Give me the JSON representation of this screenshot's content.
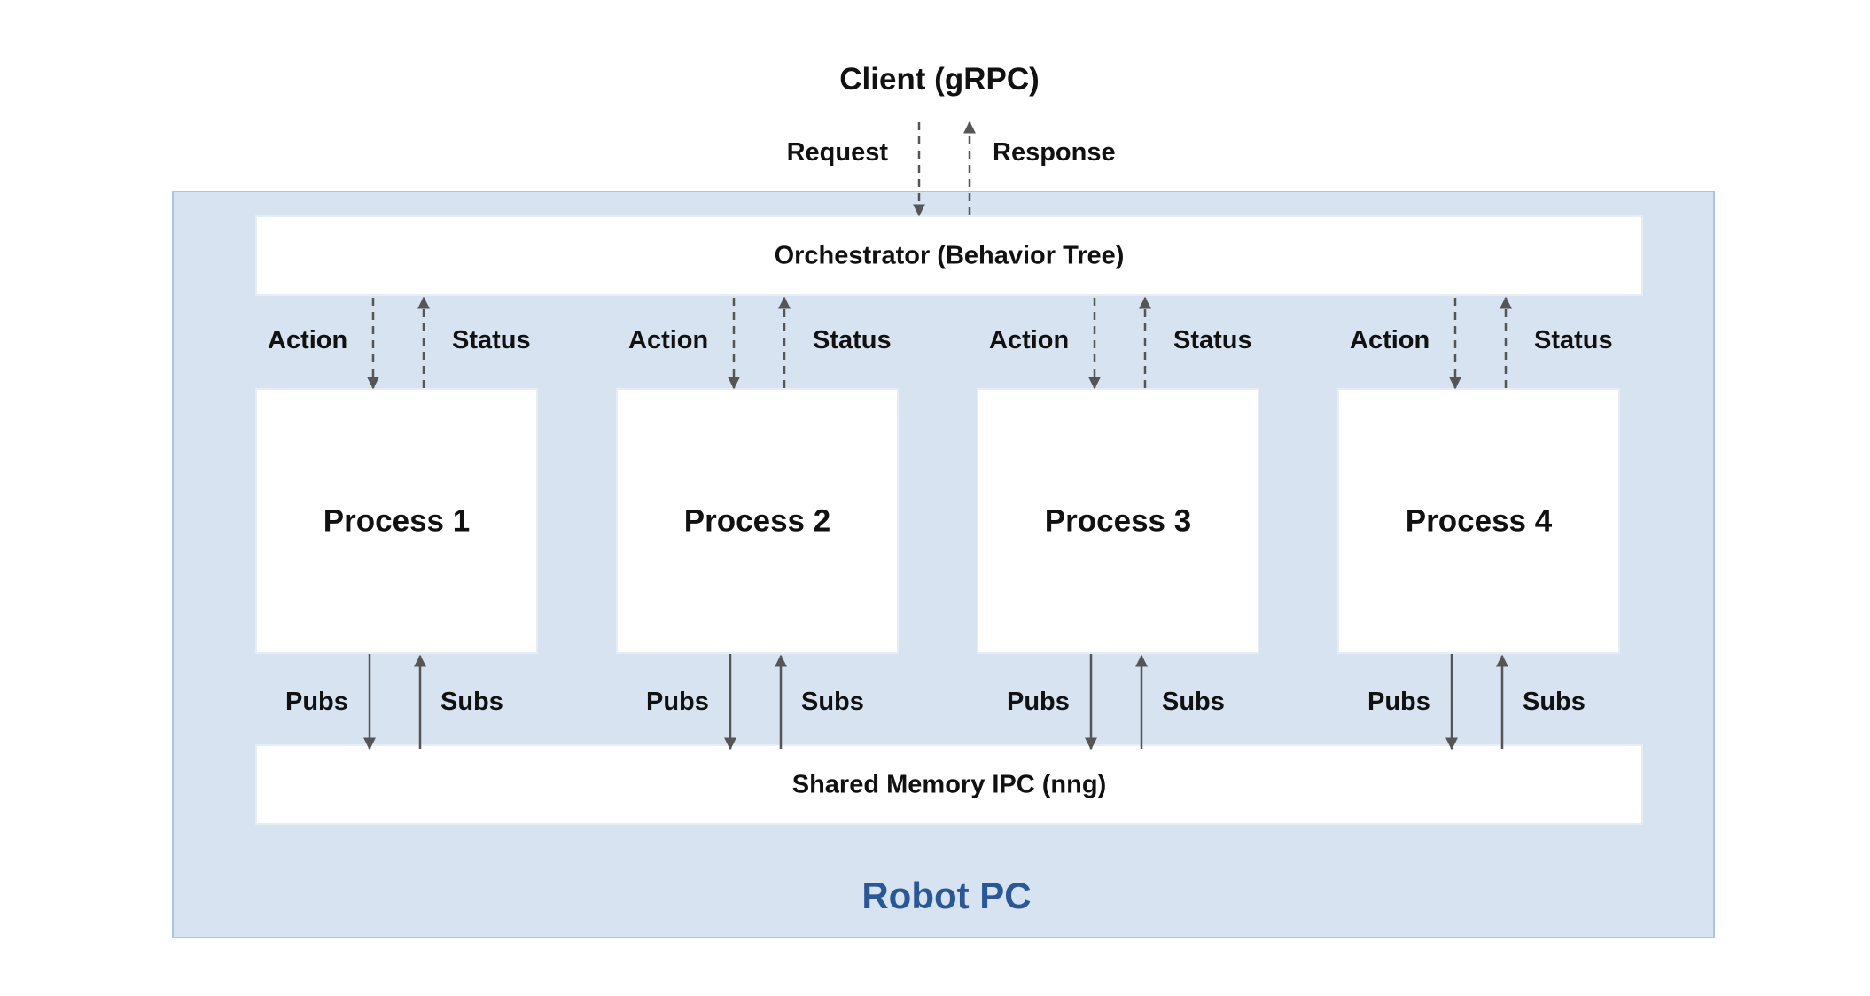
{
  "client": {
    "title": "Client (gRPC)",
    "request_label": "Request",
    "response_label": "Response"
  },
  "robot_pc": {
    "label": "Robot PC",
    "background_color": "#d7e3f1",
    "label_color": "#2a5795"
  },
  "orchestrator": {
    "label": "Orchestrator (Behavior Tree)"
  },
  "shared_memory": {
    "label": "Shared Memory IPC (nng)"
  },
  "processes": [
    {
      "name": "Process 1",
      "action_label": "Action",
      "status_label": "Status",
      "pubs_label": "Pubs",
      "subs_label": "Subs"
    },
    {
      "name": "Process 2",
      "action_label": "Action",
      "status_label": "Status",
      "pubs_label": "Pubs",
      "subs_label": "Subs"
    },
    {
      "name": "Process 3",
      "action_label": "Action",
      "status_label": "Status",
      "pubs_label": "Pubs",
      "subs_label": "Subs"
    },
    {
      "name": "Process 4",
      "action_label": "Action",
      "status_label": "Status",
      "pubs_label": "Pubs",
      "subs_label": "Subs"
    }
  ]
}
